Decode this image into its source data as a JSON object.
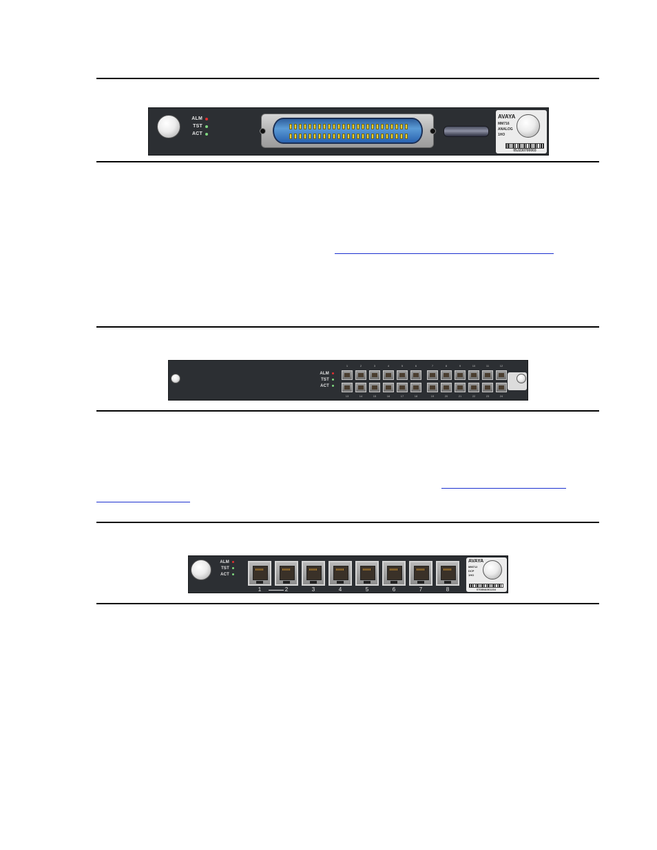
{
  "module_1": {
    "leds": [
      {
        "label": "ALM",
        "color": "#e03030"
      },
      {
        "label": "TST",
        "color": "#7fd67f"
      },
      {
        "label": "ACT",
        "color": "#7fd67f"
      }
    ],
    "brand": "AVAYA",
    "model_lines": [
      "MM716",
      "ANALOG",
      "1HO"
    ],
    "serial": "05J230700003"
  },
  "link_1": "",
  "module_2": {
    "leds": [
      {
        "label": "ALM",
        "color": "#e03030"
      },
      {
        "label": "TST",
        "color": "#7fd67f"
      },
      {
        "label": "ACT",
        "color": "#7fd67f"
      }
    ],
    "top_port_numbers": [
      "1",
      "2",
      "3",
      "4",
      "5",
      "6",
      "7",
      "8",
      "9",
      "10",
      "11",
      "12"
    ],
    "bottom_port_numbers": [
      "13",
      "14",
      "15",
      "16",
      "17",
      "18",
      "19",
      "20",
      "21",
      "22",
      "23",
      "24"
    ]
  },
  "link_2": "",
  "module_3": {
    "leds": [
      {
        "label": "ALM",
        "color": "#e03030"
      },
      {
        "label": "TST",
        "color": "#7fd67f"
      },
      {
        "label": "ACT",
        "color": "#7fd67f"
      }
    ],
    "port_numbers": [
      "1",
      "2",
      "3",
      "4",
      "5",
      "6",
      "7",
      "8"
    ],
    "brand": "AVAYA",
    "model_lines": [
      "MM712",
      "DCP",
      "1HO"
    ],
    "serial": "0708NA061234"
  },
  "colors": {
    "rule": "#000000",
    "link": "#1a2fcf",
    "module_face": "#2c2f33"
  }
}
